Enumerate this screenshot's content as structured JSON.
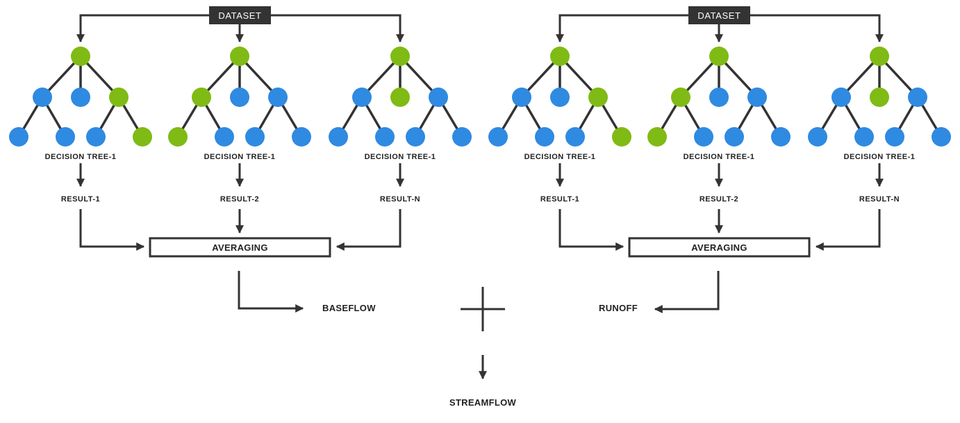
{
  "colors": {
    "node_blue": "#2f8ae1",
    "node_green": "#7fbb14",
    "line": "#333333",
    "header_bg": "#333333",
    "header_text": "#ffffff"
  },
  "panels": [
    {
      "dataset_label": "DATASET",
      "trees": [
        {
          "label": "DECISION TREE-1",
          "result": "RESULT-1",
          "variant": "a"
        },
        {
          "label": "DECISION TREE-1",
          "result": "RESULT-2",
          "variant": "b"
        },
        {
          "label": "DECISION TREE-1",
          "result": "RESULT-N",
          "variant": "c"
        }
      ],
      "averaging_label": "AVERAGING",
      "output_label": "BASEFLOW"
    },
    {
      "dataset_label": "DATASET",
      "trees": [
        {
          "label": "DECISION TREE-1",
          "result": "RESULT-1",
          "variant": "a"
        },
        {
          "label": "DECISION TREE-1",
          "result": "RESULT-2",
          "variant": "b"
        },
        {
          "label": "DECISION TREE-1",
          "result": "RESULT-N",
          "variant": "c"
        }
      ],
      "averaging_label": "AVERAGING",
      "output_label": "RUNOFF"
    }
  ],
  "final_label": "STREAMFLOW",
  "tree_variants": {
    "a": [
      "g",
      "b",
      "b",
      "g",
      "b",
      "b",
      "b",
      "g"
    ],
    "b": [
      "g",
      "g",
      "b",
      "b",
      "g",
      "b",
      "b",
      "b"
    ],
    "c": [
      "g",
      "b",
      "g",
      "b",
      "b",
      "b",
      "b",
      "b"
    ]
  }
}
